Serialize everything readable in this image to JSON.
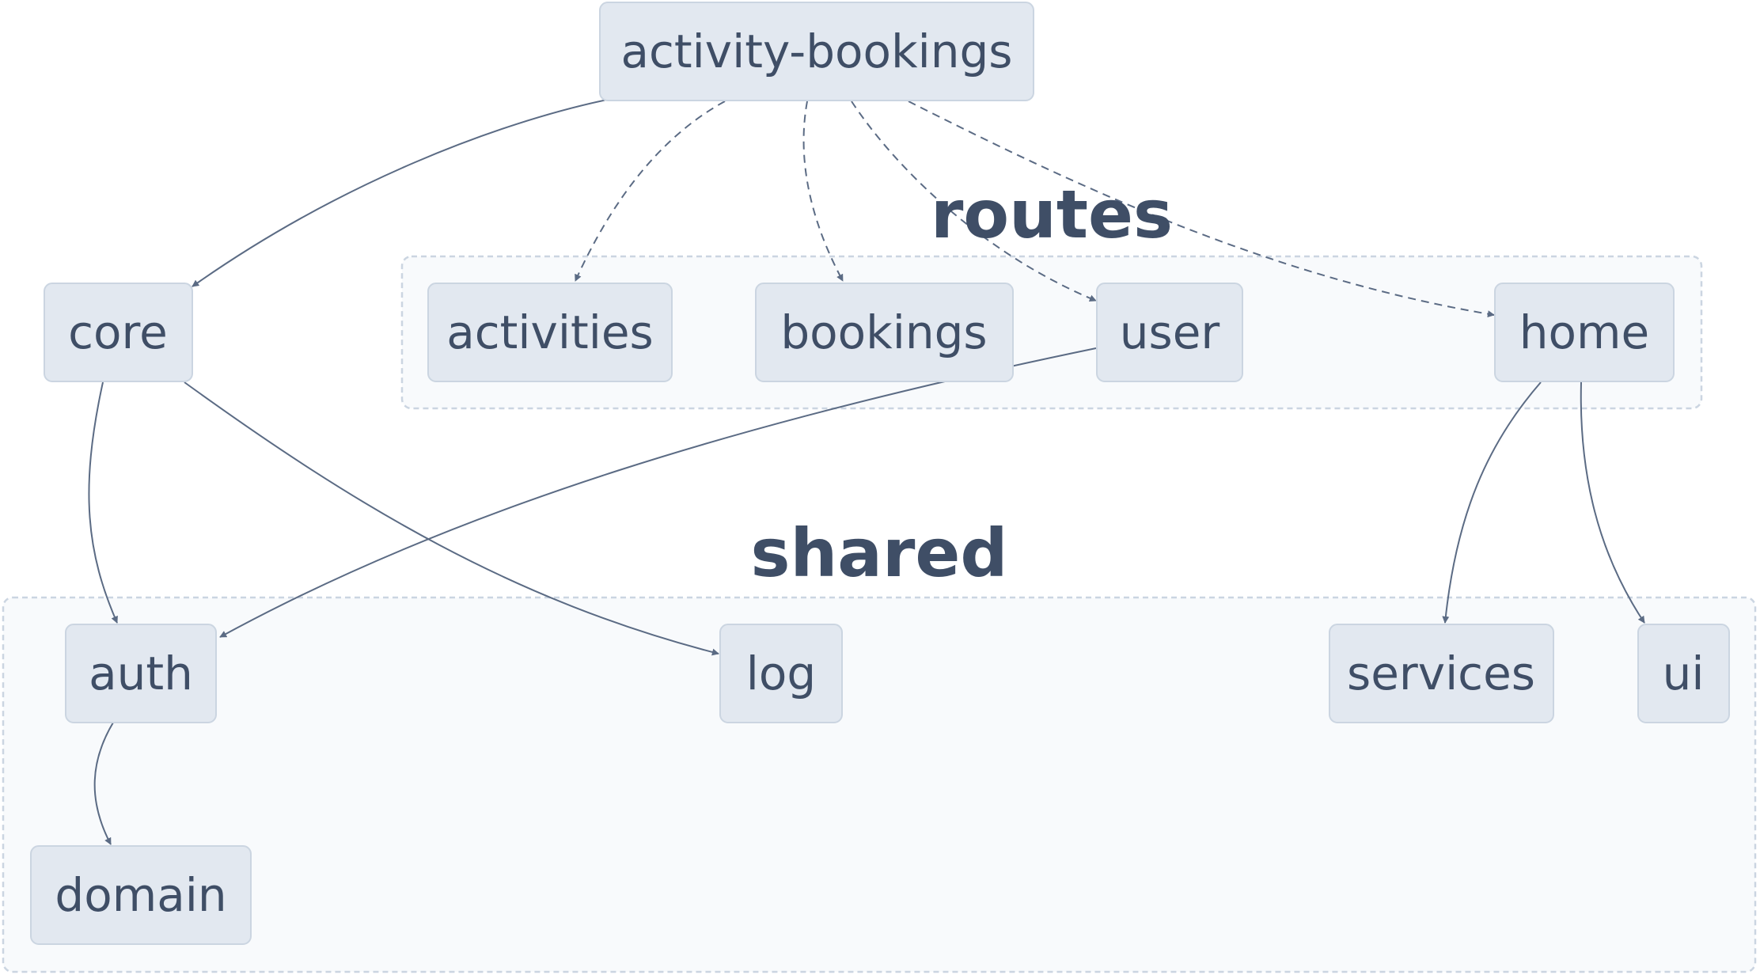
{
  "clusters": {
    "routes": {
      "label": "routes"
    },
    "shared": {
      "label": "shared"
    }
  },
  "nodes": {
    "activity_bookings": {
      "label": "activity-bookings"
    },
    "core": {
      "label": "core"
    },
    "activities": {
      "label": "activities"
    },
    "bookings": {
      "label": "bookings"
    },
    "user": {
      "label": "user"
    },
    "home": {
      "label": "home"
    },
    "auth": {
      "label": "auth"
    },
    "log": {
      "label": "log"
    },
    "services": {
      "label": "services"
    },
    "ui": {
      "label": "ui"
    },
    "domain": {
      "label": "domain"
    }
  },
  "edges": [
    {
      "from": "activity-bookings",
      "to": "core",
      "style": "solid"
    },
    {
      "from": "activity-bookings",
      "to": "activities",
      "style": "dashed"
    },
    {
      "from": "activity-bookings",
      "to": "bookings",
      "style": "dashed"
    },
    {
      "from": "activity-bookings",
      "to": "user",
      "style": "dashed"
    },
    {
      "from": "activity-bookings",
      "to": "home",
      "style": "dashed"
    },
    {
      "from": "core",
      "to": "auth",
      "style": "solid"
    },
    {
      "from": "core",
      "to": "log",
      "style": "solid"
    },
    {
      "from": "user",
      "to": "auth",
      "style": "solid"
    },
    {
      "from": "home",
      "to": "services",
      "style": "solid"
    },
    {
      "from": "home",
      "to": "ui",
      "style": "solid"
    },
    {
      "from": "auth",
      "to": "domain",
      "style": "solid"
    }
  ],
  "colors": {
    "node_fill": "#e2e8f0",
    "node_border": "#cbd5e1",
    "text": "#3f4e66",
    "edge": "#5b6b84",
    "cluster_fill": "#f8fafc"
  }
}
